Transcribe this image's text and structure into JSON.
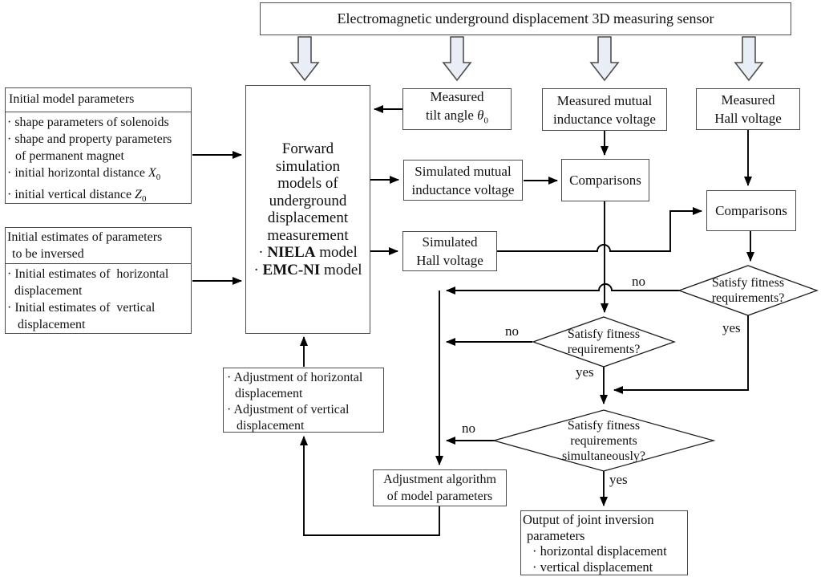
{
  "banner": {
    "title": "Electromagnetic underground displacement 3D measuring sensor"
  },
  "boxes": {
    "initial_model": {
      "title": "Initial model parameters",
      "line1": "· shape parameters of solenoids",
      "line2": "· shape and property parameters",
      "line3": "of permanent magnet",
      "line4_pre": "· initial horizontal distance ",
      "line4_var": "X",
      "line4_sub": "0",
      "line5_pre": "· initial vertical distance ",
      "line5_var": "Z",
      "line5_sub": "0"
    },
    "initial_estimates": {
      "title_line1": "Initial estimates of parameters",
      "title_line2": "to be inversed",
      "line1": "· Initial estimates of  horizontal",
      "line2": "displacement",
      "line3": "· Initial estimates of  vertical",
      "line4": "displacement"
    },
    "forward": {
      "lines": [
        "Forward",
        "simulation",
        "models of",
        "underground",
        "displacement",
        "measurement"
      ],
      "model1_pre": "· ",
      "model1_name": "NIELA",
      "model1_suffix": " model",
      "model2_pre": "· ",
      "model2_name": "EMC-NI",
      "model2_suffix": " model"
    },
    "measured_tilt": {
      "line1": "Measured",
      "line2_pre": "tilt angle ",
      "line2_var": "θ",
      "line2_sub": "0"
    },
    "measured_mutual": {
      "line1": "Measured mutual",
      "line2": "inductance voltage"
    },
    "measured_hall": {
      "line1": "Measured",
      "line2": "Hall voltage"
    },
    "simulated_mutual": {
      "line1": "Simulated mutual",
      "line2": "inductance voltage"
    },
    "simulated_hall": {
      "line1": "Simulated",
      "line2": "Hall voltage"
    },
    "comparisons1": {
      "label": "Comparisons"
    },
    "comparisons2": {
      "label": "Comparisons"
    },
    "adjustment_displacement": {
      "line1": "· Adjustment of horizontal",
      "line2": "displacement",
      "line3": "· Adjustment of vertical",
      "line4": "displacement"
    },
    "adjustment_algorithm": {
      "line1": "Adjustment algorithm",
      "line2": "of model parameters"
    },
    "output": {
      "line1": "Output of joint inversion",
      "line2": "parameters",
      "line3": "· horizontal displacement",
      "line4": "· vertical displacement"
    }
  },
  "diamonds": {
    "fitness1": {
      "line1": "Satisfy fitness",
      "line2": "requirements?"
    },
    "fitness2": {
      "line1": "Satisfy fitness",
      "line2": "requirements?"
    },
    "fitness3": {
      "line1": "Satisfy fitness",
      "line2": "requirements",
      "line3": "simultaneously?"
    }
  },
  "labels": {
    "no1": "no",
    "no2": "no",
    "no3": "no",
    "yes1": "yes",
    "yes2": "yes",
    "yes3": "yes"
  },
  "colors": {
    "block_arrow_fill": "#e9edf6",
    "line": "#000000",
    "box_border": "#4c4c4c"
  }
}
